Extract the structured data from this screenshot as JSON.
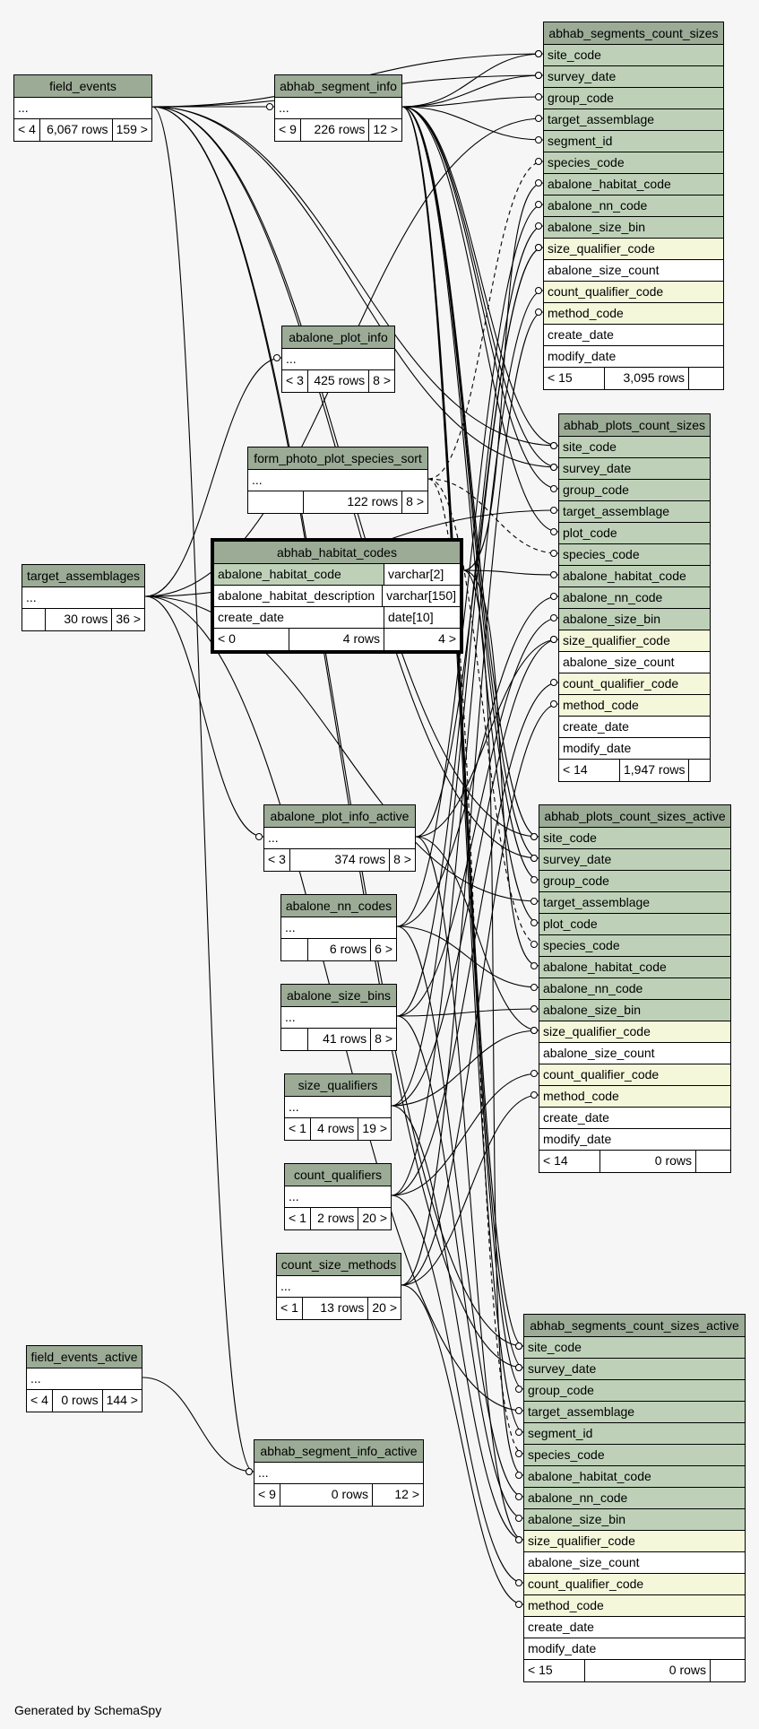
{
  "footer": {
    "credit": "Generated by SchemaSpy"
  },
  "tables": {
    "field_events": {
      "title": "field_events",
      "dots": "...",
      "parents": "< 4",
      "rows": "6,067 rows",
      "children": "159 >"
    },
    "abhab_segment_info": {
      "title": "abhab_segment_info",
      "dots": "...",
      "parents": "< 9",
      "rows": "226 rows",
      "children": "12 >"
    },
    "abalone_plot_info": {
      "title": "abalone_plot_info",
      "dots": "...",
      "parents": "< 3",
      "rows": "425 rows",
      "children": "8 >"
    },
    "form_photo_plot_species_sort": {
      "title": "form_photo_plot_species_sort",
      "dots": "...",
      "parents": "",
      "rows": "122 rows",
      "children": "8 >"
    },
    "target_assemblages": {
      "title": "target_assemblages",
      "dots": "...",
      "parents": "",
      "rows": "30 rows",
      "children": "36 >"
    },
    "abalone_plot_info_active": {
      "title": "abalone_plot_info_active",
      "dots": "...",
      "parents": "< 3",
      "rows": "374 rows",
      "children": "8 >"
    },
    "abalone_nn_codes": {
      "title": "abalone_nn_codes",
      "dots": "...",
      "parents": "",
      "rows": "6 rows",
      "children": "6 >"
    },
    "abalone_size_bins": {
      "title": "abalone_size_bins",
      "dots": "...",
      "parents": "",
      "rows": "41 rows",
      "children": "8 >"
    },
    "size_qualifiers": {
      "title": "size_qualifiers",
      "dots": "...",
      "parents": "< 1",
      "rows": "4 rows",
      "children": "19 >"
    },
    "count_qualifiers": {
      "title": "count_qualifiers",
      "dots": "...",
      "parents": "< 1",
      "rows": "2 rows",
      "children": "20 >"
    },
    "count_size_methods": {
      "title": "count_size_methods",
      "dots": "...",
      "parents": "< 1",
      "rows": "13 rows",
      "children": "20 >"
    },
    "field_events_active": {
      "title": "field_events_active",
      "dots": "...",
      "parents": "< 4",
      "rows": "0 rows",
      "children": "144 >"
    },
    "abhab_segment_info_active": {
      "title": "abhab_segment_info_active",
      "dots": "...",
      "parents": "< 9",
      "rows": "0 rows",
      "children": "12 >"
    },
    "abhab_habitat_codes": {
      "title": "abhab_habitat_codes",
      "columns": [
        {
          "name": "abalone_habitat_code",
          "type": "varchar[2]"
        },
        {
          "name": "abalone_habitat_description",
          "type": "varchar[150]"
        },
        {
          "name": "create_date",
          "type": "date[10]"
        }
      ],
      "parents": "< 0",
      "rows": "4 rows",
      "children": "4 >"
    },
    "abhab_segments_count_sizes": {
      "title": "abhab_segments_count_sizes",
      "columns": [
        "site_code",
        "survey_date",
        "group_code",
        "target_assemblage",
        "segment_id",
        "species_code",
        "abalone_habitat_code",
        "abalone_nn_code",
        "abalone_size_bin",
        "size_qualifier_code",
        "abalone_size_count",
        "count_qualifier_code",
        "method_code",
        "create_date",
        "modify_date"
      ],
      "parents": "< 15",
      "rows": "3,095 rows",
      "children": ""
    },
    "abhab_plots_count_sizes": {
      "title": "abhab_plots_count_sizes",
      "columns": [
        "site_code",
        "survey_date",
        "group_code",
        "target_assemblage",
        "plot_code",
        "species_code",
        "abalone_habitat_code",
        "abalone_nn_code",
        "abalone_size_bin",
        "size_qualifier_code",
        "abalone_size_count",
        "count_qualifier_code",
        "method_code",
        "create_date",
        "modify_date"
      ],
      "parents": "< 14",
      "rows": "1,947 rows",
      "children": ""
    },
    "abhab_plots_count_sizes_active": {
      "title": "abhab_plots_count_sizes_active",
      "columns": [
        "site_code",
        "survey_date",
        "group_code",
        "target_assemblage",
        "plot_code",
        "species_code",
        "abalone_habitat_code",
        "abalone_nn_code",
        "abalone_size_bin",
        "size_qualifier_code",
        "abalone_size_count",
        "count_qualifier_code",
        "method_code",
        "create_date",
        "modify_date"
      ],
      "parents": "< 14",
      "rows": "0 rows",
      "children": ""
    },
    "abhab_segments_count_sizes_active": {
      "title": "abhab_segments_count_sizes_active",
      "columns": [
        "site_code",
        "survey_date",
        "group_code",
        "target_assemblage",
        "segment_id",
        "species_code",
        "abalone_habitat_code",
        "abalone_nn_code",
        "abalone_size_bin",
        "size_qualifier_code",
        "abalone_size_count",
        "count_qualifier_code",
        "method_code",
        "create_date",
        "modify_date"
      ],
      "parents": "< 15",
      "rows": "0 rows",
      "children": ""
    }
  }
}
